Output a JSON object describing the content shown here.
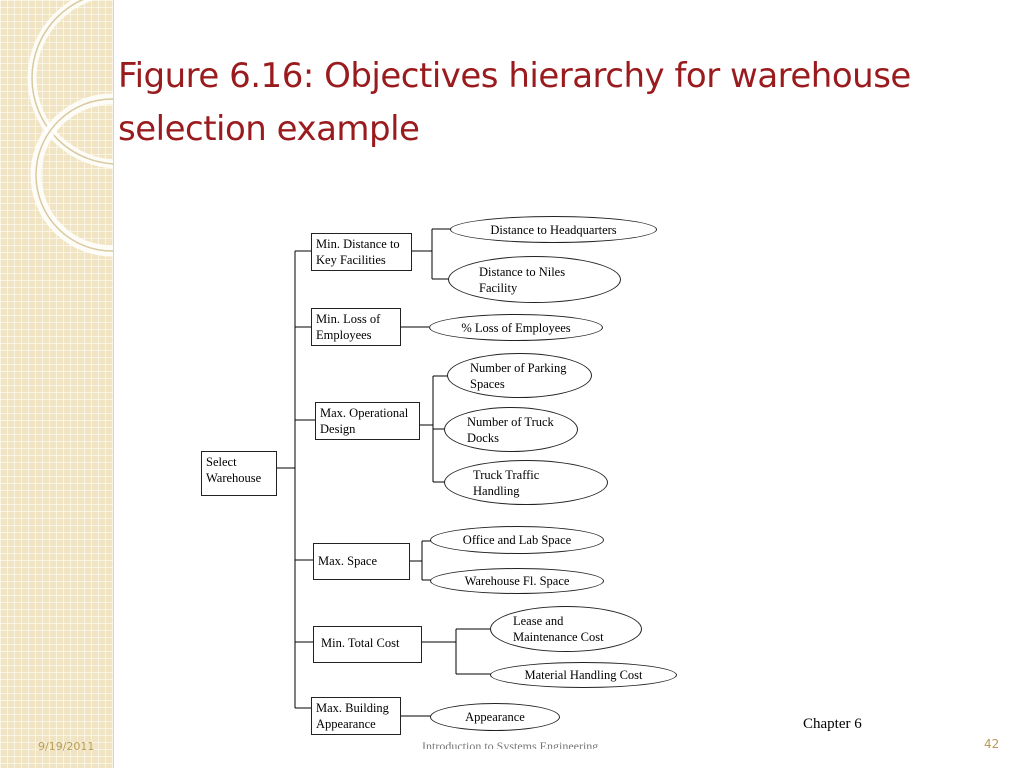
{
  "title": "Figure 6.16: Objectives hierarchy for warehouse selection example",
  "root": {
    "label": "Select Warehouse"
  },
  "objectives": [
    {
      "label": "Min. Distance to Key Facilities",
      "measures": [
        "Distance to Headquarters",
        "Distance to Niles Facility"
      ]
    },
    {
      "label": "Min. Loss of Employees",
      "measures": [
        "% Loss of Employees"
      ]
    },
    {
      "label": "Max. Operational Design",
      "measures": [
        "Number of Parking Spaces",
        "Number of Truck Docks",
        "Truck Traffic Handling"
      ]
    },
    {
      "label": "Max. Space",
      "measures": [
        "Office and Lab Space",
        "Warehouse Fl. Space"
      ]
    },
    {
      "label": "Min. Total Cost",
      "measures": [
        "Lease and Maintenance Cost",
        "Material Handling Cost"
      ]
    },
    {
      "label": "Max. Building Appearance",
      "measures": [
        "Appearance"
      ]
    }
  ],
  "chapter_label": "Chapter 6",
  "footer": {
    "date": "9/19/2011",
    "center_text": "Introduction to Systems Engineering",
    "page_number": "42"
  },
  "colors": {
    "title": "#9a1b1e",
    "footer": "#b99d57",
    "strip": "#f1e4c3"
  }
}
